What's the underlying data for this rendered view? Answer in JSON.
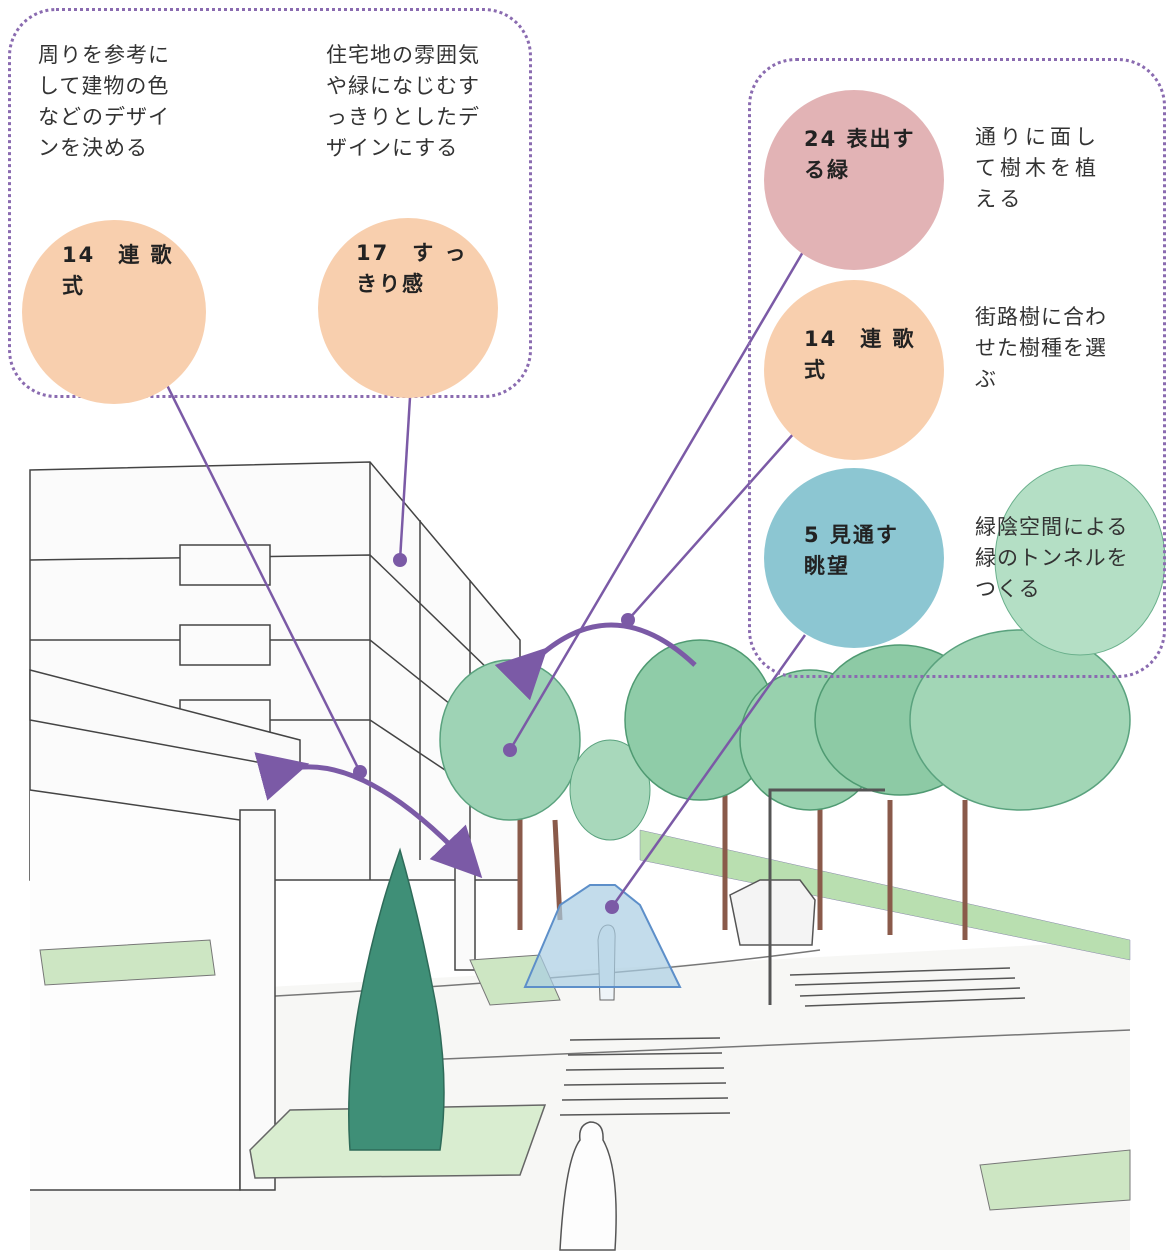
{
  "colors": {
    "accent": "#7b5aa6",
    "circle_peach": "#f8cfae",
    "circle_pink": "#e2b3b5",
    "circle_teal": "#8cc6d2",
    "tree_green": "#7cc49a",
    "arrow_blue": "#a9cde3"
  },
  "left_group": {
    "notes": [
      "周りを参考に\nして建物の色\nなどのデザイ\nンを決める",
      "住宅地の雰囲気\nや緑になじむす\nっきりとしたデ\nザインにする"
    ],
    "circles": [
      {
        "label": "14　連 歌\n式",
        "color": "peach"
      },
      {
        "label": "17　す っ\nきり感",
        "color": "peach"
      }
    ]
  },
  "right_group": {
    "items": [
      {
        "label": "24 表出す\nる緑",
        "color": "pink",
        "note": "通りに面し\nて樹木を植\nえる"
      },
      {
        "label": "14　連 歌\n式",
        "color": "peach",
        "note": "街路樹に合わ\nせた樹種を選\nぶ"
      },
      {
        "label": "5 見通す\n眺望",
        "color": "teal",
        "note": "緑陰空間による\n緑のトンネルを\nつくる"
      }
    ]
  }
}
